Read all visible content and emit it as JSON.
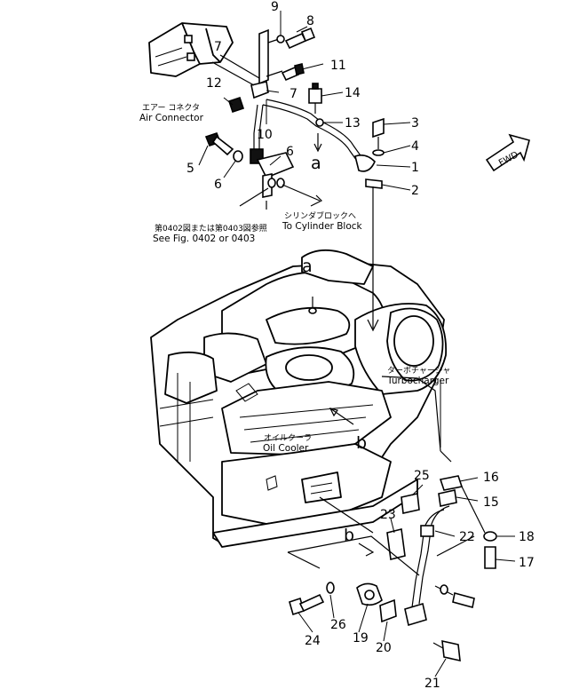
{
  "part_numbers": {
    "p1": "1",
    "p2": "2",
    "p3": "3",
    "p4": "4",
    "p5": "5",
    "p6a": "6",
    "p6b": "6",
    "p7a": "7",
    "p7b": "7",
    "p8": "8",
    "p9": "9",
    "p10": "10",
    "p11": "11",
    "p12": "12",
    "p13": "13",
    "p14": "14",
    "p15": "15",
    "p16": "16",
    "p17": "17",
    "p18": "18",
    "p19": "19",
    "p20": "20",
    "p21": "21",
    "p22": "22",
    "p23": "23",
    "p24": "24",
    "p25": "25",
    "p26": "26"
  },
  "view_refs": {
    "a_arrow": "a",
    "a_engine": "a",
    "b_engine": "b",
    "b_arrow": "b"
  },
  "labels": {
    "air_connector_jp": "エアー コネクタ",
    "air_connector_en": "Air Connector",
    "see_fig_jp": "第0402図または第0403図参照",
    "see_fig_en": "See Fig. 0402 or 0403",
    "cyl_block_jp": "シリンダブロックへ",
    "cyl_block_en": "To Cylinder Block",
    "turbo_jp": "ターボチャージャ",
    "turbo_en": "Turbocharger",
    "oil_cooler_jp": "オイルクーラ",
    "oil_cooler_en": "Oil Cooler",
    "fwd": "FWD"
  },
  "colors": {
    "line": "#000000",
    "background": "#ffffff"
  }
}
